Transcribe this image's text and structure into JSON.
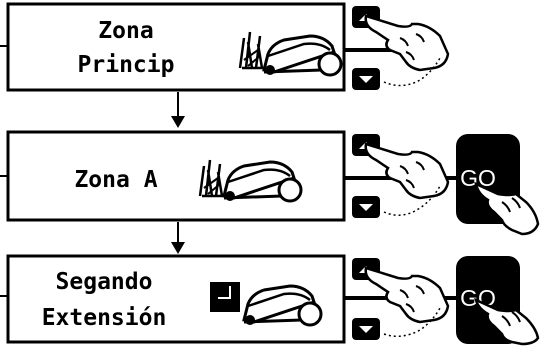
{
  "screens": [
    {
      "line1": "Zona",
      "line2": "Princip",
      "icon": "mower-grass-icon",
      "go_label": ""
    },
    {
      "line1": "Zona A",
      "line2": "",
      "icon": "mower-grass-icon",
      "go_label": "GO"
    },
    {
      "line1": "Segando",
      "line2": "Extensión",
      "icon": "mower-perimeter-icon",
      "go_label": "GO"
    }
  ],
  "colors": {
    "ink": "#000000",
    "paper": "#ffffff"
  }
}
